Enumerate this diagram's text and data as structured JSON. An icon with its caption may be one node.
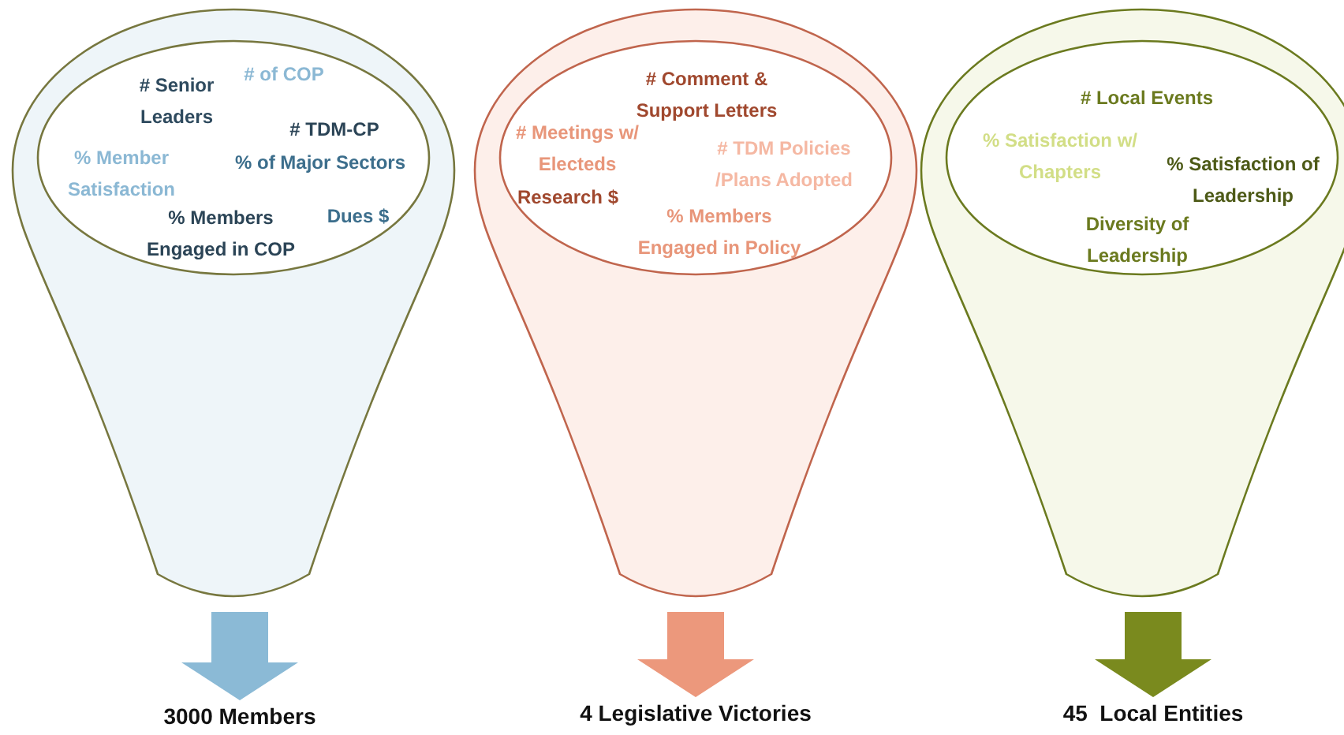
{
  "diagram": {
    "nodes": [
      {
        "text": [
          "# Senior Leaders",
          "# of COP",
          "# TDM-CP",
          "% Member Satisfaction",
          "% of Major Sectors",
          "% Members Engaged in COP",
          "Dues $"
        ]
      },
      {
        "text": [
          "# Comment & Support Letters",
          "# Meetings w/ Electeds",
          "# TDM Policies /Plans Adopted",
          "Research $",
          "% Members Engaged in Policy"
        ]
      },
      {
        "text": [
          "# Local Events",
          "% Satisfaction w/ Chapters",
          "% Satisfaction of Leadership",
          "Diversity of Leadership"
        ]
      },
      {
        "text": [
          "3000 Members"
        ]
      },
      {
        "text": [
          "4 Legislative Victories"
        ]
      },
      {
        "text": [
          "45  Local Entities"
        ]
      }
    ],
    "edges": [
      {
        "from": 0,
        "to": 3,
        "arrow": "to",
        "style": "thick",
        "color": "#8bbad6"
      },
      {
        "from": 1,
        "to": 4,
        "arrow": "to",
        "style": "thick",
        "color": "#ec987c"
      },
      {
        "from": 2,
        "to": 5,
        "arrow": "to",
        "style": "thick",
        "color": "#7a8a1e"
      }
    ]
  }
}
